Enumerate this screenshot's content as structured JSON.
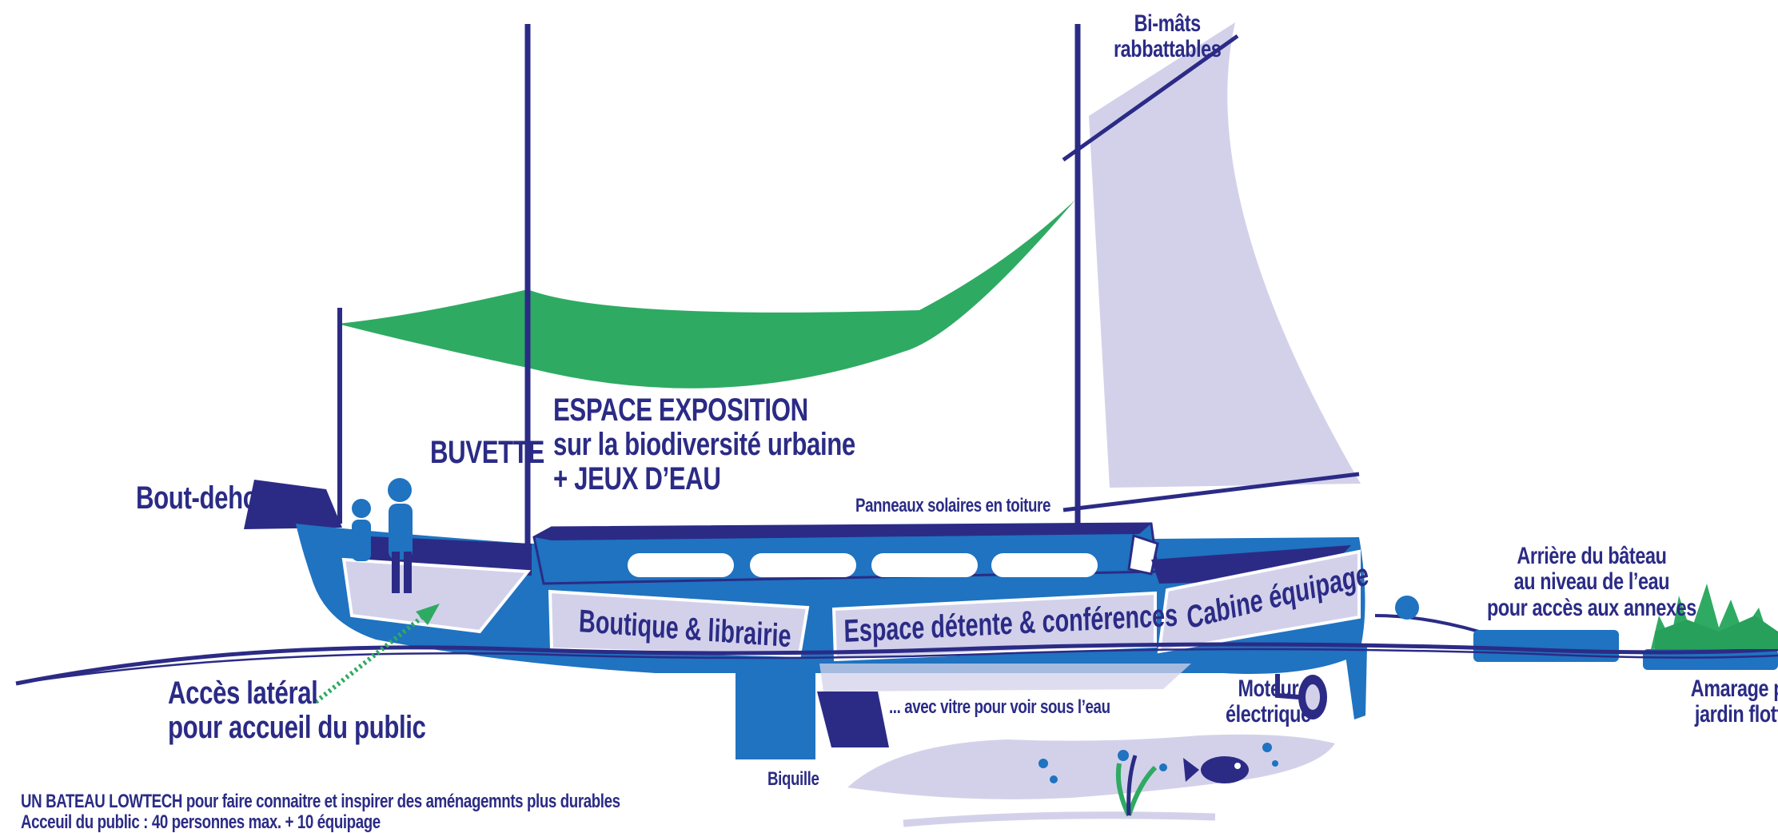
{
  "labels": {
    "bimats_line1": "Bi-mâts",
    "bimats_line2": "rabbattables",
    "buvette": "BUVETTE",
    "expo_line1": "ESPACE EXPOSITION",
    "expo_line2": "sur la biodiversité urbaine",
    "expo_line3": "+ JEUX D’EAU",
    "boutdehors": "Bout-dehors",
    "panneaux": "Panneaux solaires en toiture",
    "boutique": "Boutique & librairie",
    "detente": "Espace détente & conférences",
    "cabine": "Cabine équipage",
    "arriere_line1": "Arrière du bâteau",
    "arriere_line2": "au niveau de l’eau",
    "arriere_line3": "pour accès aux annexes",
    "acces_line1": "Accès latéral",
    "acces_line2": "pour accueil du public",
    "vitre": "... avec vitre pour voir sous l’eau",
    "moteur_line1": "Moteur",
    "moteur_line2": "électrique",
    "amarrage_line1": "Amarage pour",
    "amarrage_line2": "jardin flottant",
    "biquille": "Biquille",
    "footer_line1": "UN BATEAU LOWTECH pour faire connaitre et inspirer des aménagemnts plus durables",
    "footer_line2": "Acceuil du public : 40 personnes max. + 10 équipage"
  },
  "colors": {
    "navy": "#2b2b86",
    "hull_blue": "#1f73c0",
    "light_lilac": "#d3d1ea",
    "green_sail": "#2faa63",
    "white": "#ffffff"
  },
  "icons": {
    "fish": "fish-icon",
    "plant": "aquatic-plant-icon",
    "propeller": "propeller-icon",
    "people": "people-icon",
    "arrow": "dotted-arrow-icon",
    "garden": "floating-garden-icon"
  }
}
